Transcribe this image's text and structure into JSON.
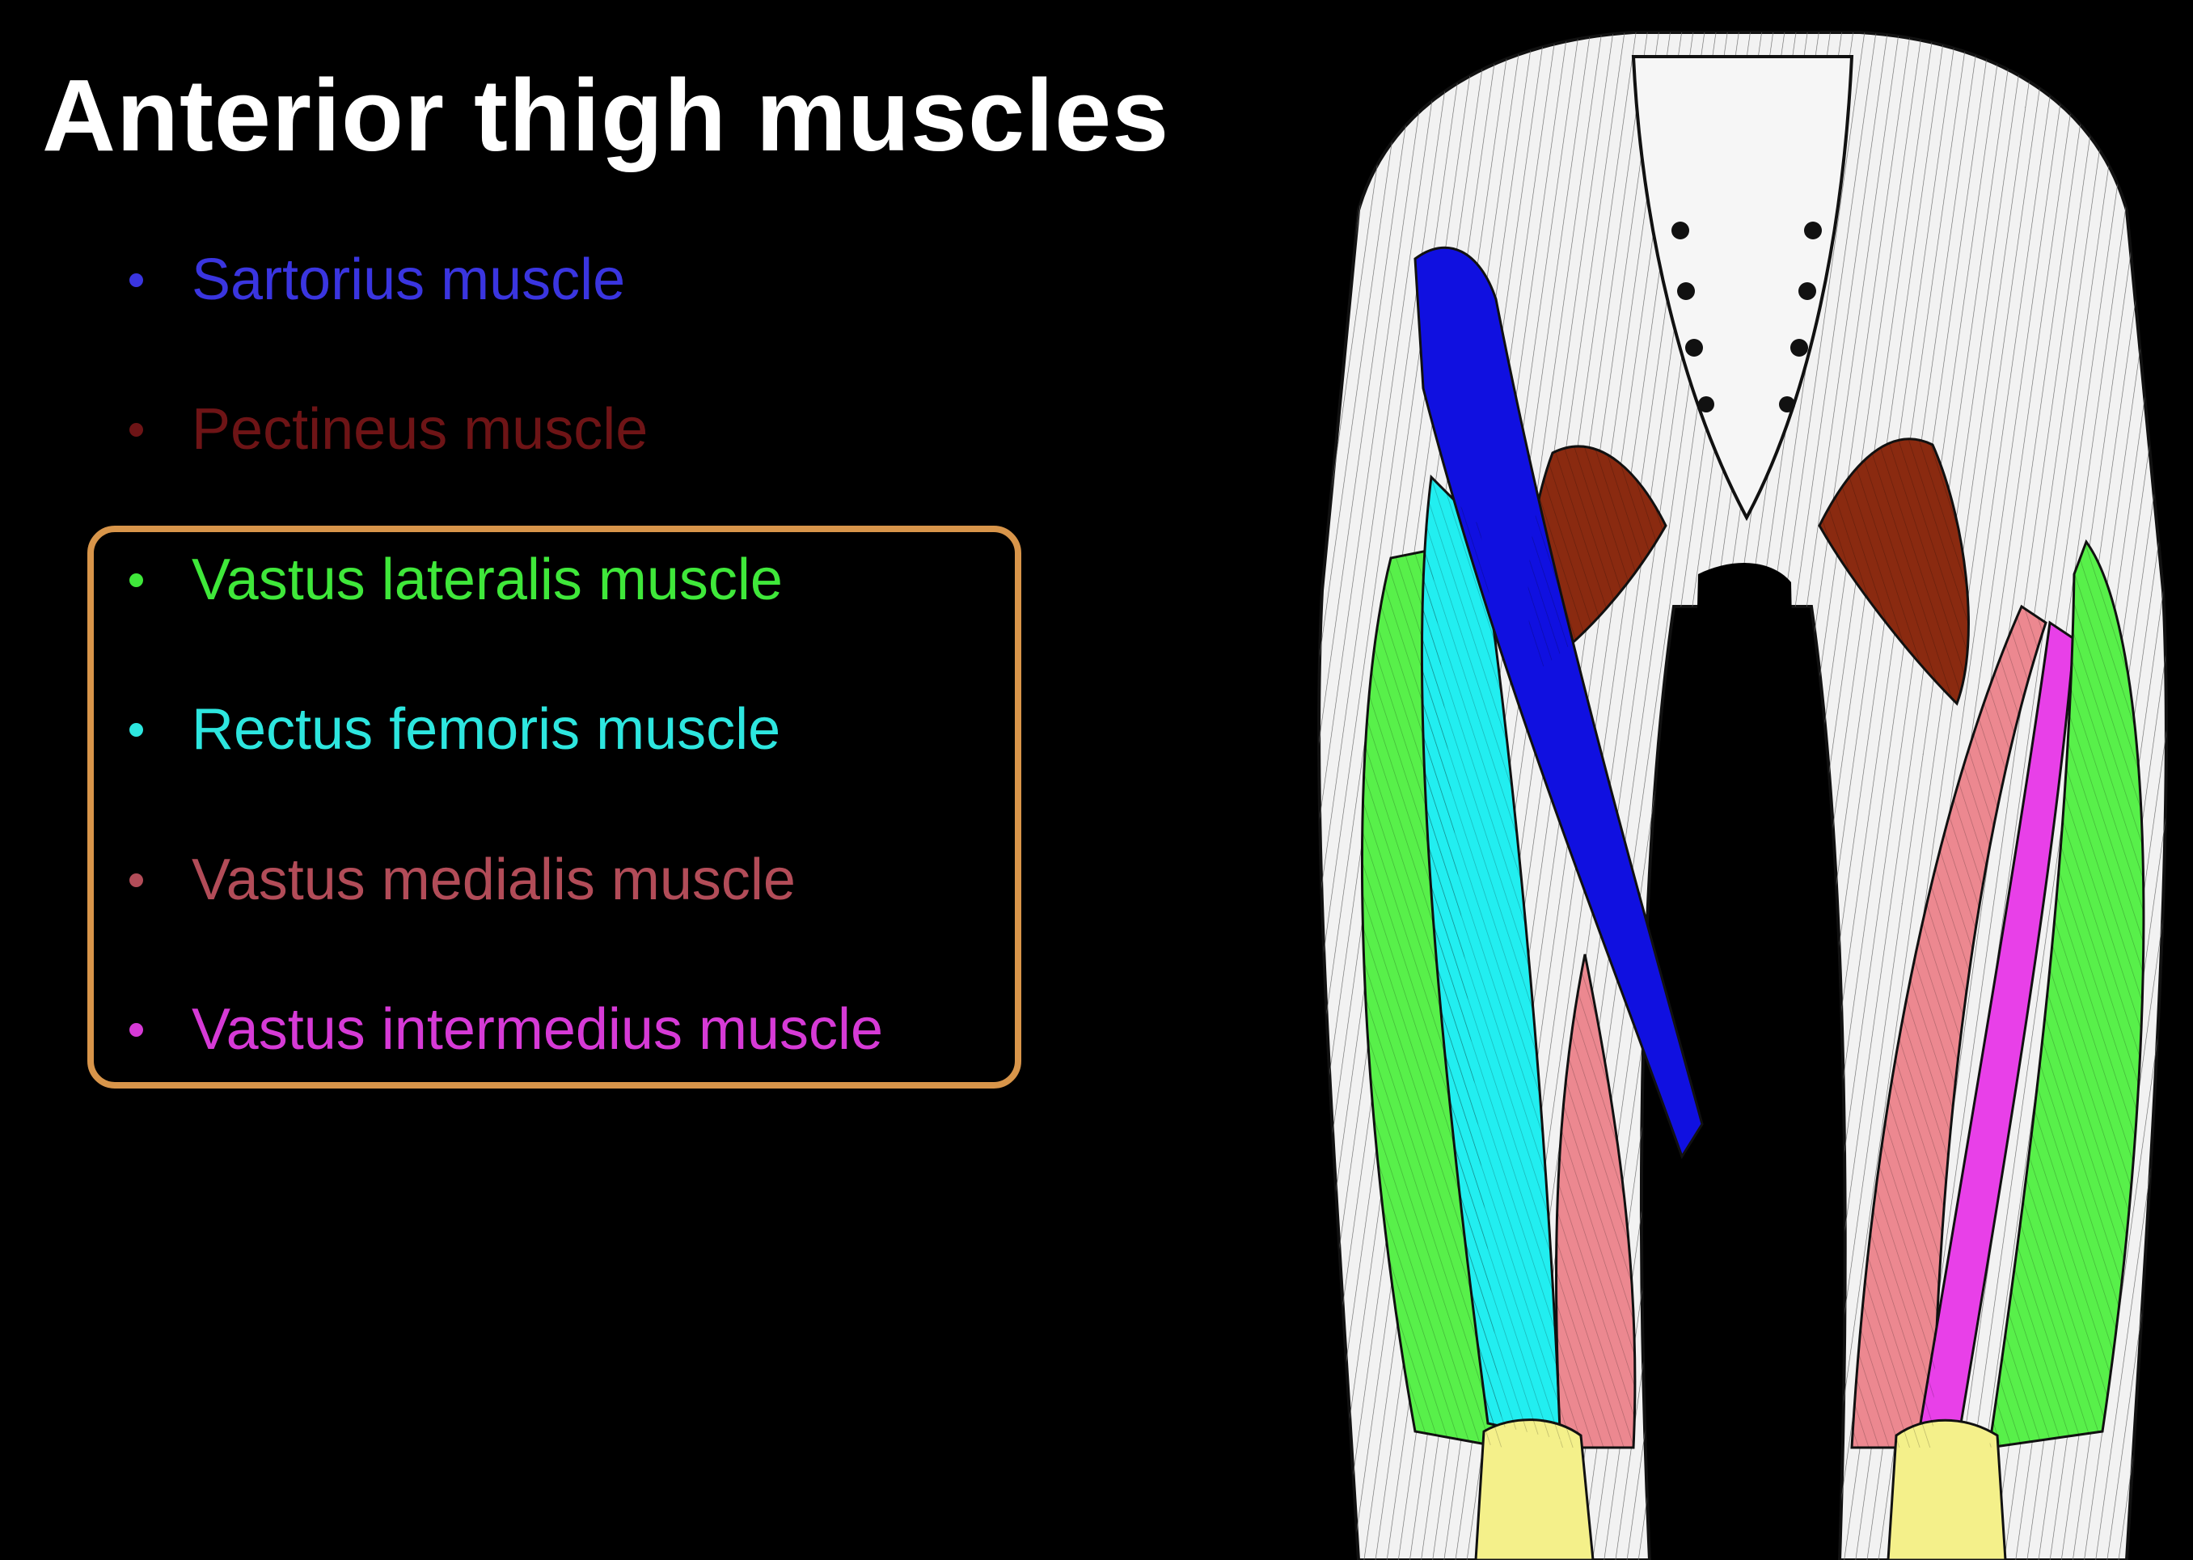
{
  "slide": {
    "title": "Anterior thigh muscles",
    "background_color": "#000000"
  },
  "muscle_list": {
    "items": [
      {
        "label": "Sartorius muscle",
        "color": "#3a35e0",
        "highlighted": false
      },
      {
        "label": "Pectineus muscle",
        "color": "#6e1416",
        "highlighted": false
      },
      {
        "label": "Vastus lateralis muscle",
        "color": "#3fe83a",
        "highlighted": true
      },
      {
        "label": "Rectus femoris muscle",
        "color": "#2de6df",
        "highlighted": true
      },
      {
        "label": "Vastus medialis muscle",
        "color": "#b24c58",
        "highlighted": true
      },
      {
        "label": "Vastus intermedius muscle",
        "color": "#d63ad6",
        "highlighted": true
      }
    ],
    "highlight_color": "#d8954a"
  },
  "illustration": {
    "subject": "anterior view of pelvis and thighs",
    "structure_colors": {
      "sartorius": "#1010e0",
      "pectineus": "#8a2a10",
      "vastus_lateralis": "#58f04a",
      "rectus_femoris": "#22eef0",
      "vastus_medialis": "#ec8890",
      "vastus_intermedius": "#e840e8",
      "tendon": "#f4f08a",
      "other_tissue": "#f2f2f2"
    }
  }
}
